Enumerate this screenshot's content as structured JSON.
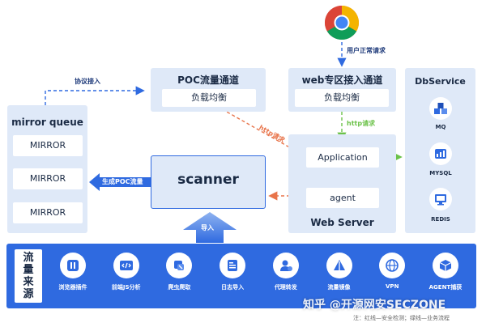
{
  "browser": {
    "label": "用户正常请求"
  },
  "mirror_queue": {
    "title": "mirror queue",
    "items": [
      "MIRROR",
      "MIRROR",
      "MIRROR"
    ]
  },
  "edges": {
    "protocol_access": "协议接入",
    "http_request_1": "http请求",
    "http_request_2": "http请求",
    "generate_poc": "生成POC流量",
    "import": "导入"
  },
  "poc_channel": {
    "title": "POC流量通道",
    "lb": "负载均衡"
  },
  "web_channel": {
    "title": "web专区接入通道",
    "lb": "负载均衡"
  },
  "web_server": {
    "title": "Web Server",
    "application": "Application",
    "agent": "agent"
  },
  "scanner": {
    "title": "scanner"
  },
  "db_service": {
    "title": "DbService",
    "items": [
      {
        "name": "MQ",
        "icon": "cubes-icon"
      },
      {
        "name": "MYSQL",
        "icon": "database-icon"
      },
      {
        "name": "REDIS",
        "icon": "monitor-icon"
      }
    ]
  },
  "traffic_source": {
    "title": "流量来源",
    "items": [
      {
        "label": "浏览器插件",
        "icon": "plugin-icon"
      },
      {
        "label": "前端JS分析",
        "icon": "code-icon"
      },
      {
        "label": "爬虫爬取",
        "icon": "crawler-icon"
      },
      {
        "label": "日志导入",
        "icon": "log-icon"
      },
      {
        "label": "代理转发",
        "icon": "proxy-icon"
      },
      {
        "label": "流量镜像",
        "icon": "mirror-icon"
      },
      {
        "label": "VPN",
        "icon": "globe-icon"
      },
      {
        "label": "AGENT捕获",
        "icon": "cube-icon"
      }
    ]
  },
  "watermark": {
    "main": "知乎 @开源网安SECZONE",
    "note": "注：红线—安全检测；绿线—业务流程"
  },
  "colors": {
    "accent": "#2f6ae0",
    "red_line": "#e8744a",
    "green_line": "#6cc24a",
    "panel": "#dfe9f8"
  }
}
